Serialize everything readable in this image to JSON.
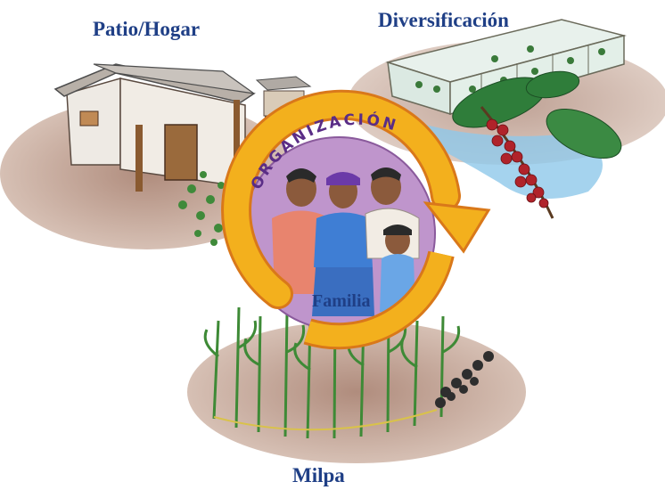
{
  "labels": {
    "patio": "Patio/Hogar",
    "diversificacion": "Diversificación",
    "familia": "Familia",
    "milpa": "Milpa"
  },
  "ring_text": "ORGANIZACIÓN",
  "colors": {
    "label": "#1f3f86",
    "arrow": "#f3b01d",
    "arrow_edge": "#d9781a",
    "circle_fill": "#b98fc7",
    "soil": "#b58a74",
    "water": "#8ec8ea"
  }
}
